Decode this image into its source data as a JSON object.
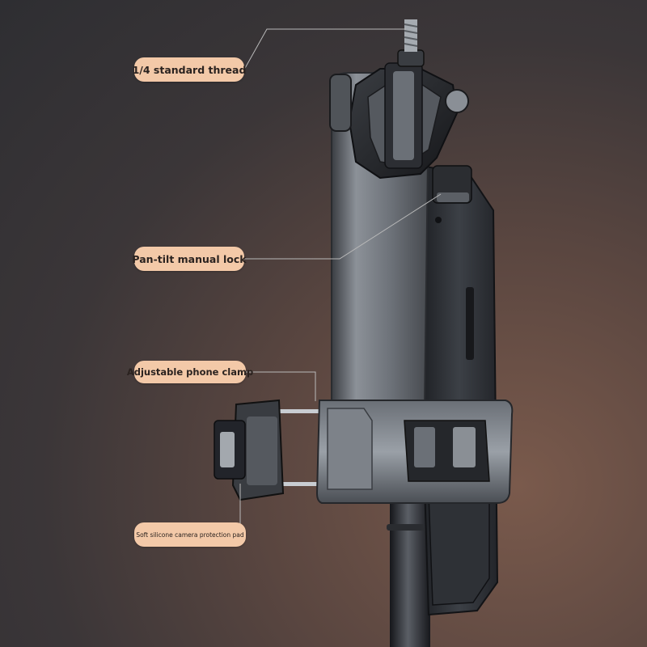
{
  "callouts": {
    "thread": "1/4 standard thread",
    "lock": "Pan-tilt manual lock",
    "clamp": "Adjustable phone clamp",
    "pad": "Soft silicone camera protection pad"
  },
  "colors": {
    "callout_bg": "#f3c9a8",
    "callout_text": "#2a221f",
    "leader_line": "#b9b9b9",
    "metal_dark": "#2b2d31",
    "metal_mid": "#6f747b",
    "metal_light": "#a7acb2"
  }
}
